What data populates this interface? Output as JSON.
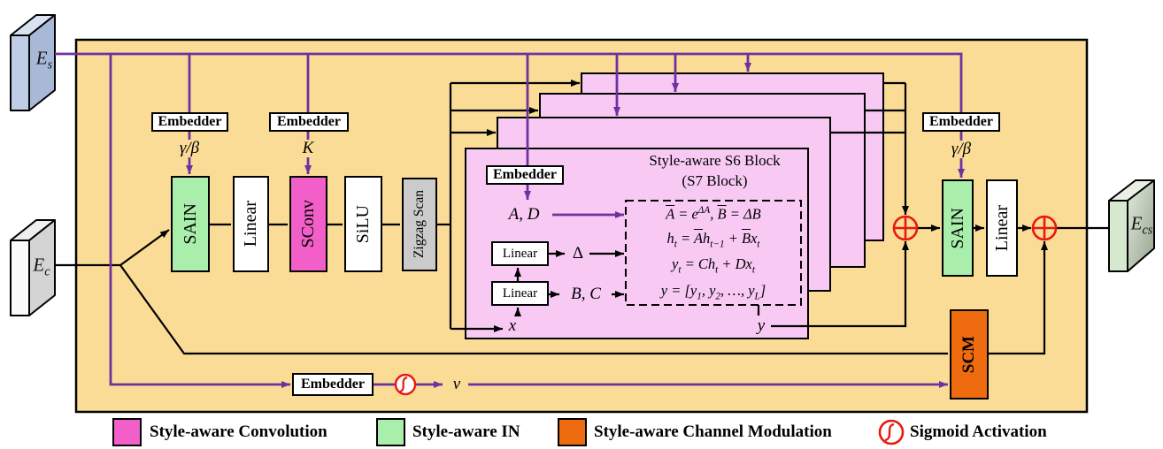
{
  "figure": {
    "io": {
      "style_input": "E<sub>s</sub>",
      "content_input": "E<sub>c</sub>",
      "stylized_output": "E<sub>cs</sub>"
    },
    "labels": {
      "embedder": "Embedder",
      "gamma_beta": "γ/β",
      "kernel": "K",
      "a_d": "A, D",
      "delta": "Δ",
      "b_c": "B, C",
      "x": "x",
      "y": "y",
      "v": "v"
    },
    "blocks": {
      "sain": "SAIN",
      "linear": "Linear",
      "sconv": "SConv",
      "silu": "SiLU",
      "zigzag_scan": "Zigzag Scan",
      "scm": "SCM"
    },
    "s6_block": {
      "title": "Style-aware S6 Block",
      "subtitle": "(S7 Block)",
      "equations": [
        "<span class='ov'>A</span> = e<sup>ΔA</sup>, <span class='ov'>B</span> = ΔB",
        "h<sub>t</sub> = <span class='ov'>A</span>h<sub>t−1</sub> + <span class='ov'>B</span>x<sub>t</sub>",
        "y<sub>t</sub> = Ch<sub>t</sub> + Dx<sub>t</sub>",
        "y = [y<sub>1</sub>, y<sub>2</sub>, …, y<sub>L</sub>]"
      ]
    }
  },
  "legend": {
    "items": [
      {
        "label": "Style-aware Convolution",
        "color": "#F25FC8"
      },
      {
        "label": "Style-aware IN",
        "color": "#A9EEAB"
      },
      {
        "label": "Style-aware Channel Modulation",
        "color": "#EF6B0F"
      },
      {
        "label": "Sigmoid Activation",
        "color": "#E8190E"
      }
    ]
  },
  "colors": {
    "canvas_background": "#FADC96",
    "s6_block_fill": "#F7C9F3",
    "style_conv_pink": "#F25FC8",
    "style_in_green": "#A9EEAB",
    "scm_orange": "#EF6B0F",
    "style_path_purple": "#7030A0",
    "accent_red": "#E8190E"
  }
}
